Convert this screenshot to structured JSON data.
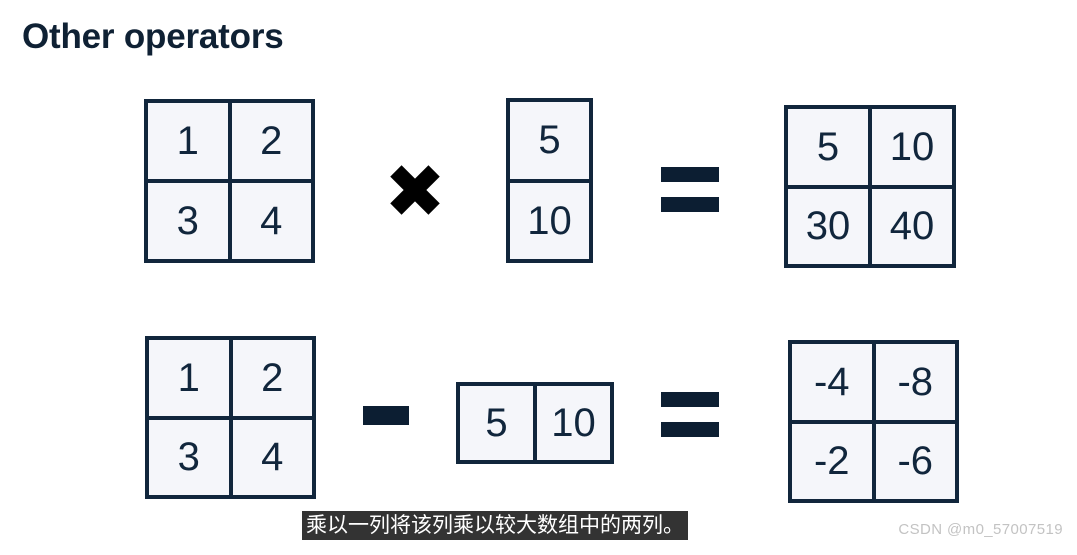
{
  "slide": {
    "title": "Other operators",
    "background_color": "#ffffff",
    "ink_color": "#0f2134",
    "cell_fill_color": "#f5f6fa"
  },
  "rows": [
    {
      "id": "row-multiply",
      "operator": "multiply",
      "operator_symbol": "×",
      "equals_symbol": "=",
      "operand_a": {
        "label": "matrix-2x2",
        "rows": [
          [
            "1",
            "2"
          ],
          [
            "3",
            "4"
          ]
        ]
      },
      "operand_b": {
        "label": "column-vector-2x1",
        "rows": [
          [
            "5"
          ],
          [
            "10"
          ]
        ]
      },
      "result": {
        "label": "matrix-2x2",
        "rows": [
          [
            "5",
            "10"
          ],
          [
            "30",
            "40"
          ]
        ]
      }
    },
    {
      "id": "row-subtract",
      "operator": "minus",
      "operator_symbol": "−",
      "equals_symbol": "=",
      "operand_a": {
        "label": "matrix-2x2",
        "rows": [
          [
            "1",
            "2"
          ],
          [
            "3",
            "4"
          ]
        ]
      },
      "operand_b": {
        "label": "row-vector-1x2",
        "rows": [
          [
            "5",
            "10"
          ]
        ]
      },
      "result": {
        "label": "matrix-2x2",
        "rows": [
          [
            "-4",
            "-8"
          ],
          [
            "-2",
            "-6"
          ]
        ]
      }
    }
  ],
  "caption": {
    "text": "乘以一列将该列乘以较大数组中的两列。",
    "background_color": "#333333",
    "text_color": "#ffffff"
  },
  "watermark": {
    "text": "CSDN @m0_57007519",
    "color": "#c3c3c3"
  }
}
